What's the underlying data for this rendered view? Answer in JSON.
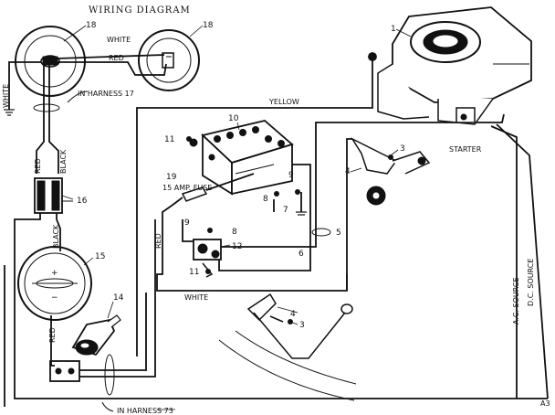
{
  "title": "WIRING DIAGRAM",
  "wire_labels": {
    "white_top": "WHITE",
    "red_top": "RED",
    "white_left": "WHITE",
    "in_harness_17": "IN HARNESS 17",
    "yellow": "YELLOW",
    "red_left": "RED",
    "black_left": "BLACK",
    "black_mid": "BLACK",
    "red_lower": "RED",
    "red_mid": "RED",
    "white_bottom": "WHITE",
    "fuse": "15 AMP. FUSE",
    "starter": "STARTER",
    "ac_source": "A.C. SOURCE",
    "dc_source": "D.C. SOURCE",
    "in_harness_73": "IN HARNESS 73",
    "page_ref": "A3"
  },
  "callouts": {
    "n1": "1",
    "n3a": "3",
    "n3b": "3",
    "n4a": "4",
    "n4b": "4",
    "n5": "5",
    "n6": "6",
    "n7": "7",
    "n8a": "8",
    "n8b": "8",
    "n9a": "9",
    "n9b": "9",
    "n10": "10",
    "n11a": "11",
    "n11b": "11",
    "n12": "12",
    "n14": "14",
    "n15": "15",
    "n16": "16",
    "n18a": "18",
    "n18b": "18",
    "n19": "19"
  },
  "symbols": {
    "plus": "+",
    "minus": "−"
  }
}
